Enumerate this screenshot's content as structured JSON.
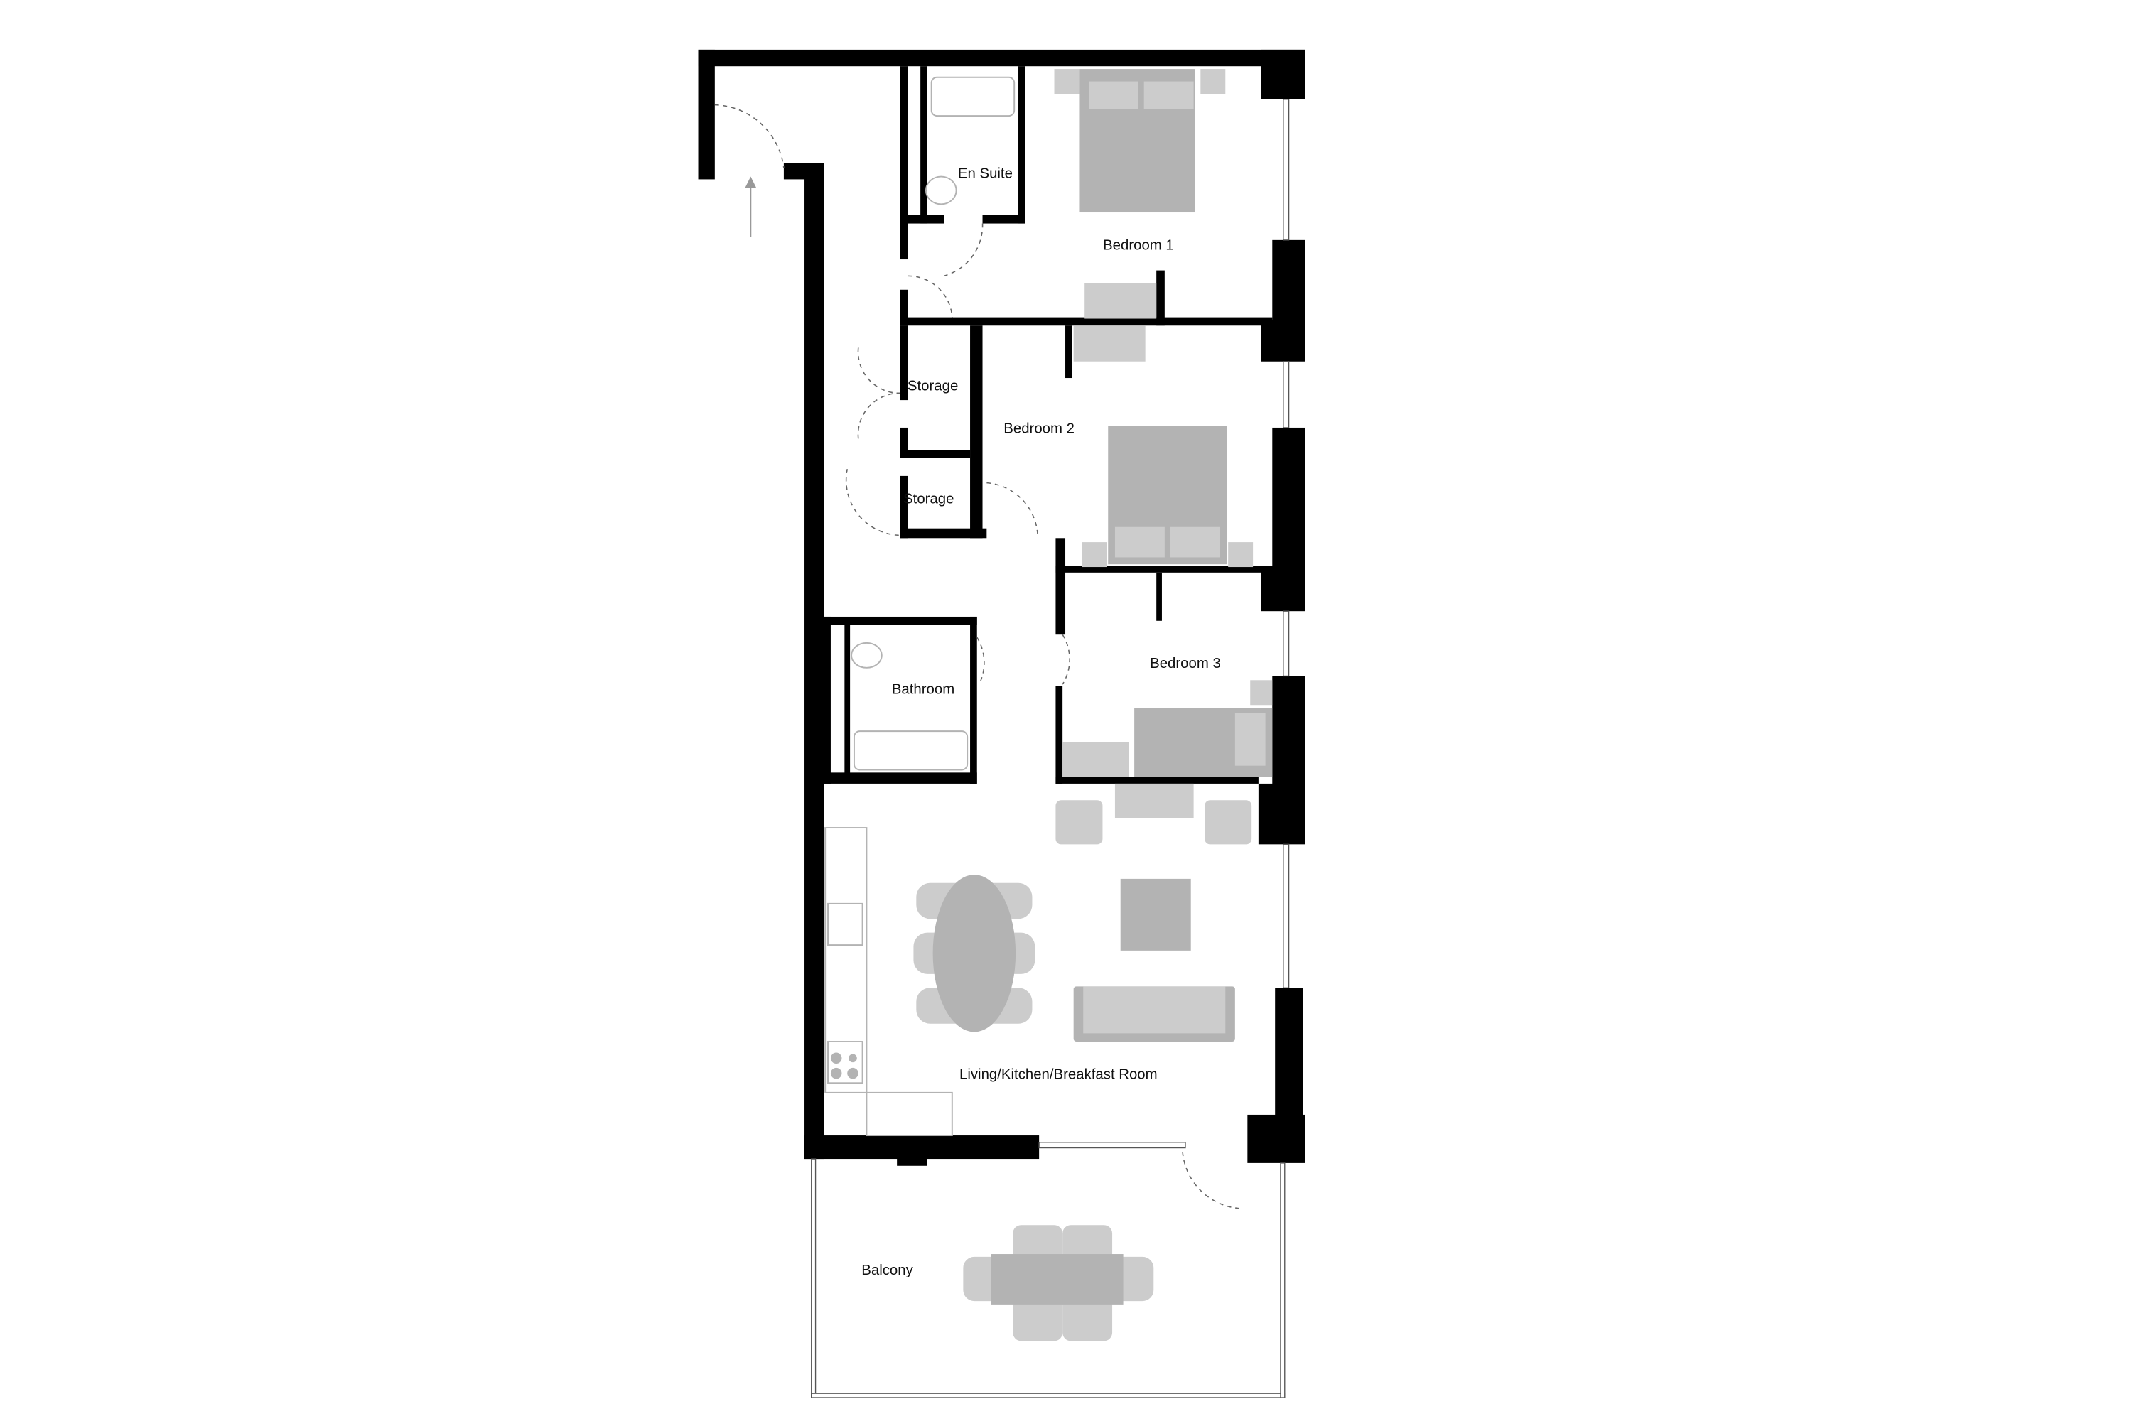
{
  "floorplan": {
    "rooms": {
      "en_suite": "En Suite",
      "bedroom_1": "Bedroom 1",
      "bedroom_2": "Bedroom 2",
      "bedroom_3": "Bedroom 3",
      "storage_upper": "Storage",
      "storage_lower": "Storage",
      "bathroom": "Bathroom",
      "living": "Living/Kitchen/Breakfast Room",
      "balcony": "Balcony"
    },
    "colors": {
      "walls": "#000000",
      "furniture_dark": "#b3b3b3",
      "furniture_light": "#cccccc"
    }
  }
}
